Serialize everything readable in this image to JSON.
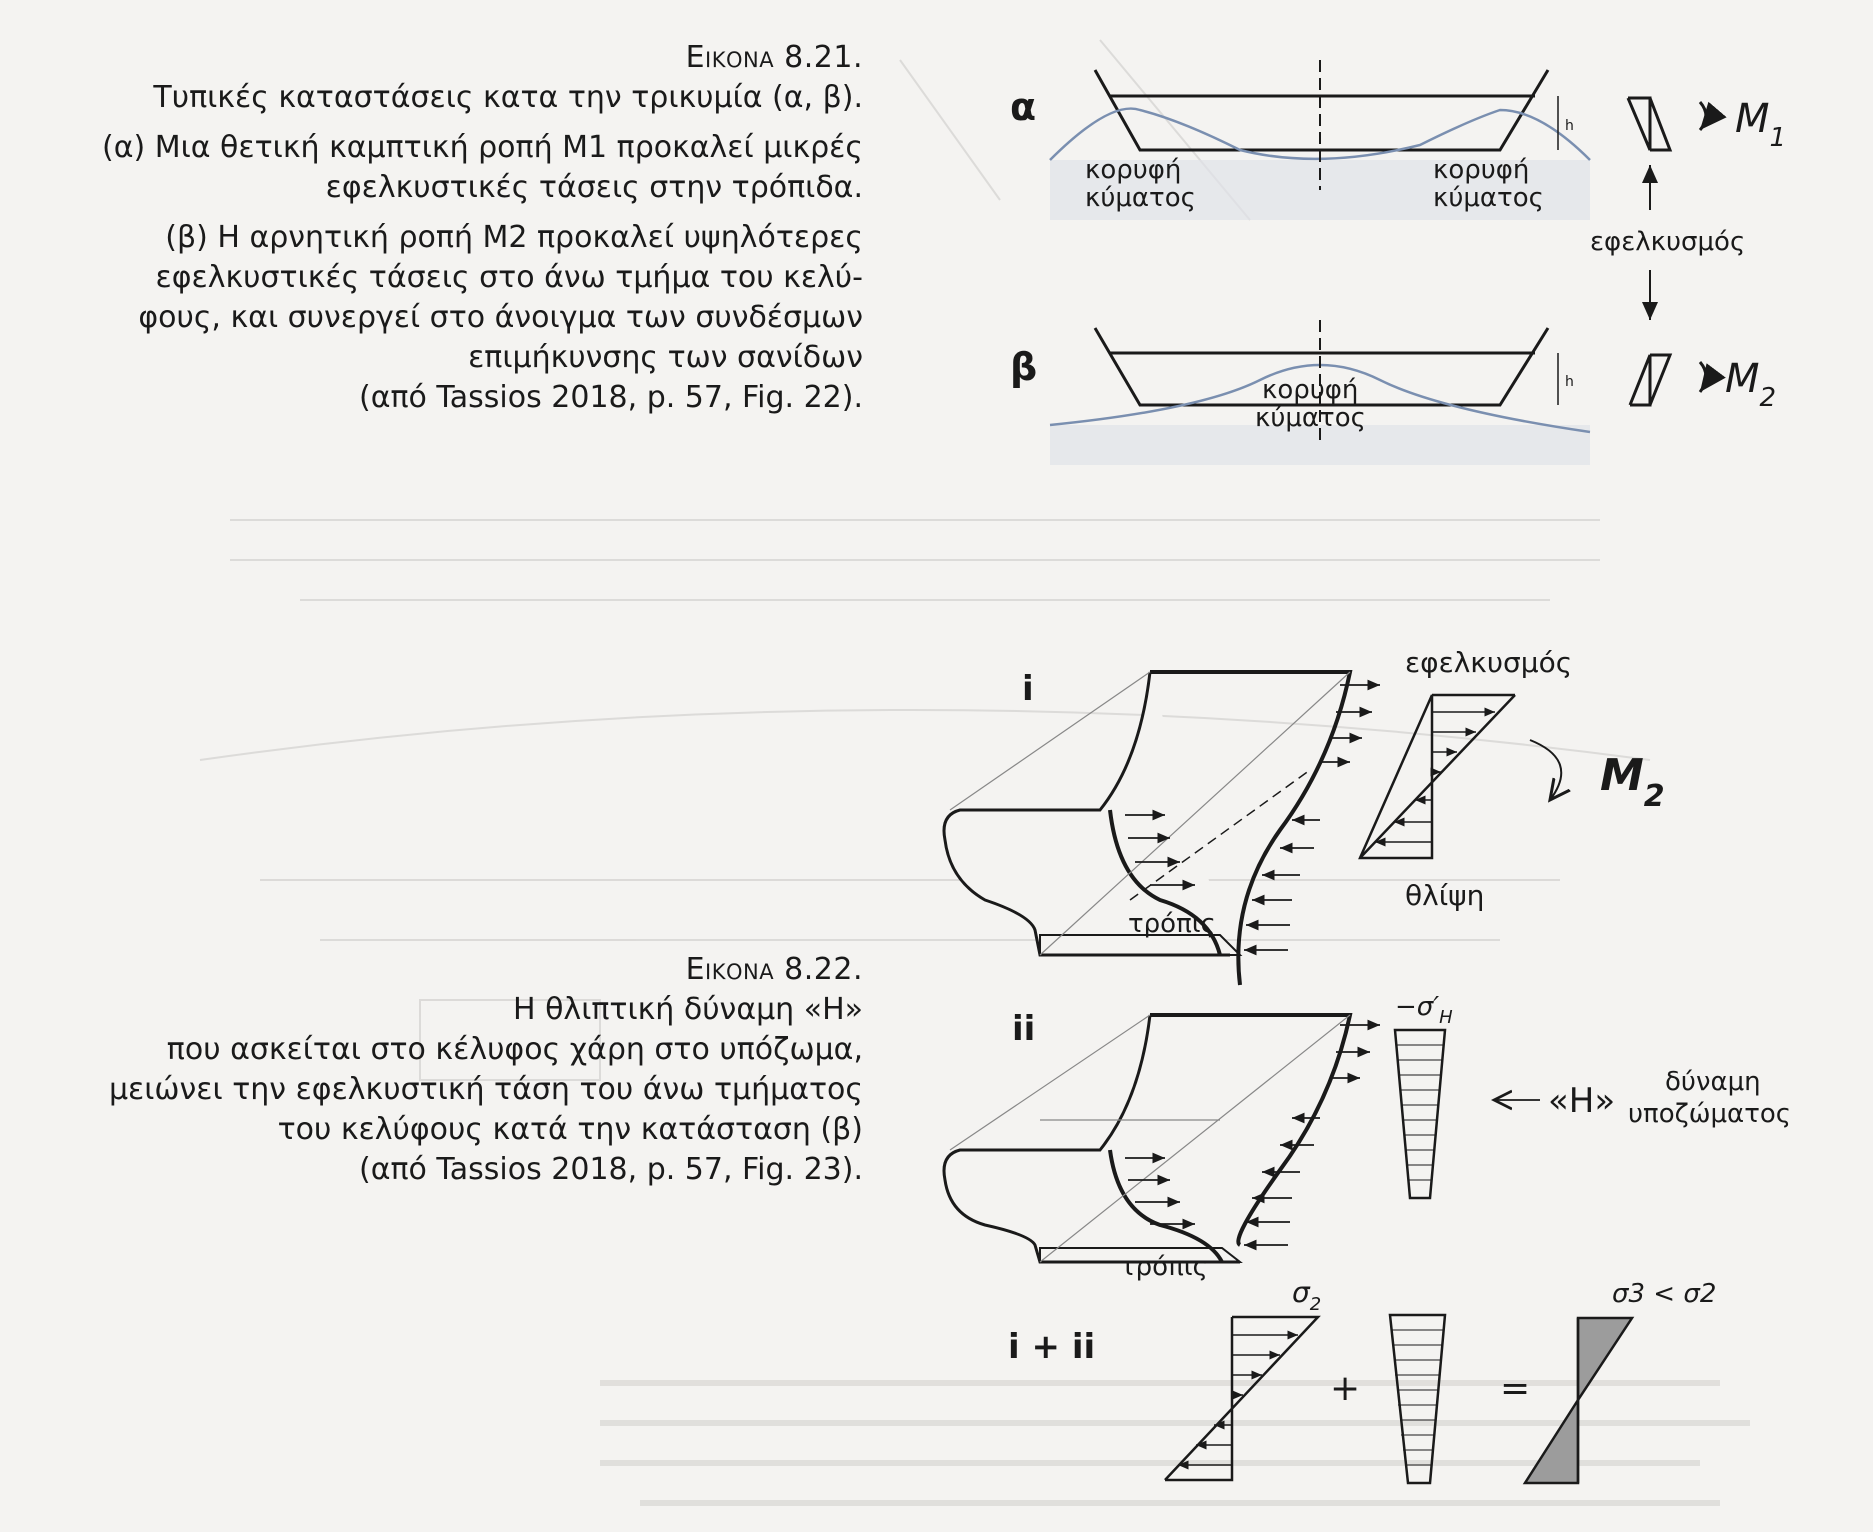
{
  "figure_8_21": {
    "title": "Εικονα 8.21.",
    "lines": [
      "Τυπικές καταστάσεις κατα την τρικυμία (α, β).",
      "(α) Μια θετική καμπτική ροπή M1 προκαλεί μικρές",
      "εφελκυστικές τάσεις στην τρόπιδα.",
      "(β) Η αρνητική ροπή M2 προκαλεί υψηλότερες",
      "εφελκυστικές τάσεις στο άνω τμήμα του κελύ-",
      "φους, και συνεργεί στο άνοιγμα των συνδέσμων",
      "επιμήκυνσης των σανίδων",
      "(από Tassios 2018, p. 57, Fig. 22)."
    ],
    "diagram": {
      "label_a": "α",
      "label_b": "β",
      "wave_crest": "κορυφή",
      "wave_crest_2": "κύματος",
      "moment_1": "M",
      "moment_1_sub": "1",
      "moment_2": "M",
      "moment_2_sub": "2",
      "tension": "εφελκυσμός",
      "height_symbol": "h"
    }
  },
  "figure_8_22": {
    "title": "Εικονα 8.22.",
    "lines": [
      "Η θλιπτική δύναμη «Η»",
      "που ασκείται στο κέλυφος χάρη στο υπόζωμα,",
      "μειώνει την εφελκυστική τάση του άνω τμήματος",
      "του κελύφους κατά την κατάσταση (β)",
      "(από Tassios 2018, p. 57, Fig. 23)."
    ],
    "diagram": {
      "label_i": "i",
      "label_ii": "ii",
      "label_sum": "i + ii",
      "tension": "εφελκυσμός",
      "compression": "θλίψη",
      "keel": "τρόπις",
      "moment": "M",
      "moment_sub": "2",
      "sigma_h": "−σ′",
      "sigma_h_sub": "H",
      "force_h": "«Η»",
      "force_label_1": "δύναμη",
      "force_label_2": "υποζώματος",
      "sigma_2": "σ",
      "sigma_2_sub": "2",
      "sigma_3_cmp": "σ3 < σ2",
      "plus": "+",
      "equals": "="
    }
  }
}
